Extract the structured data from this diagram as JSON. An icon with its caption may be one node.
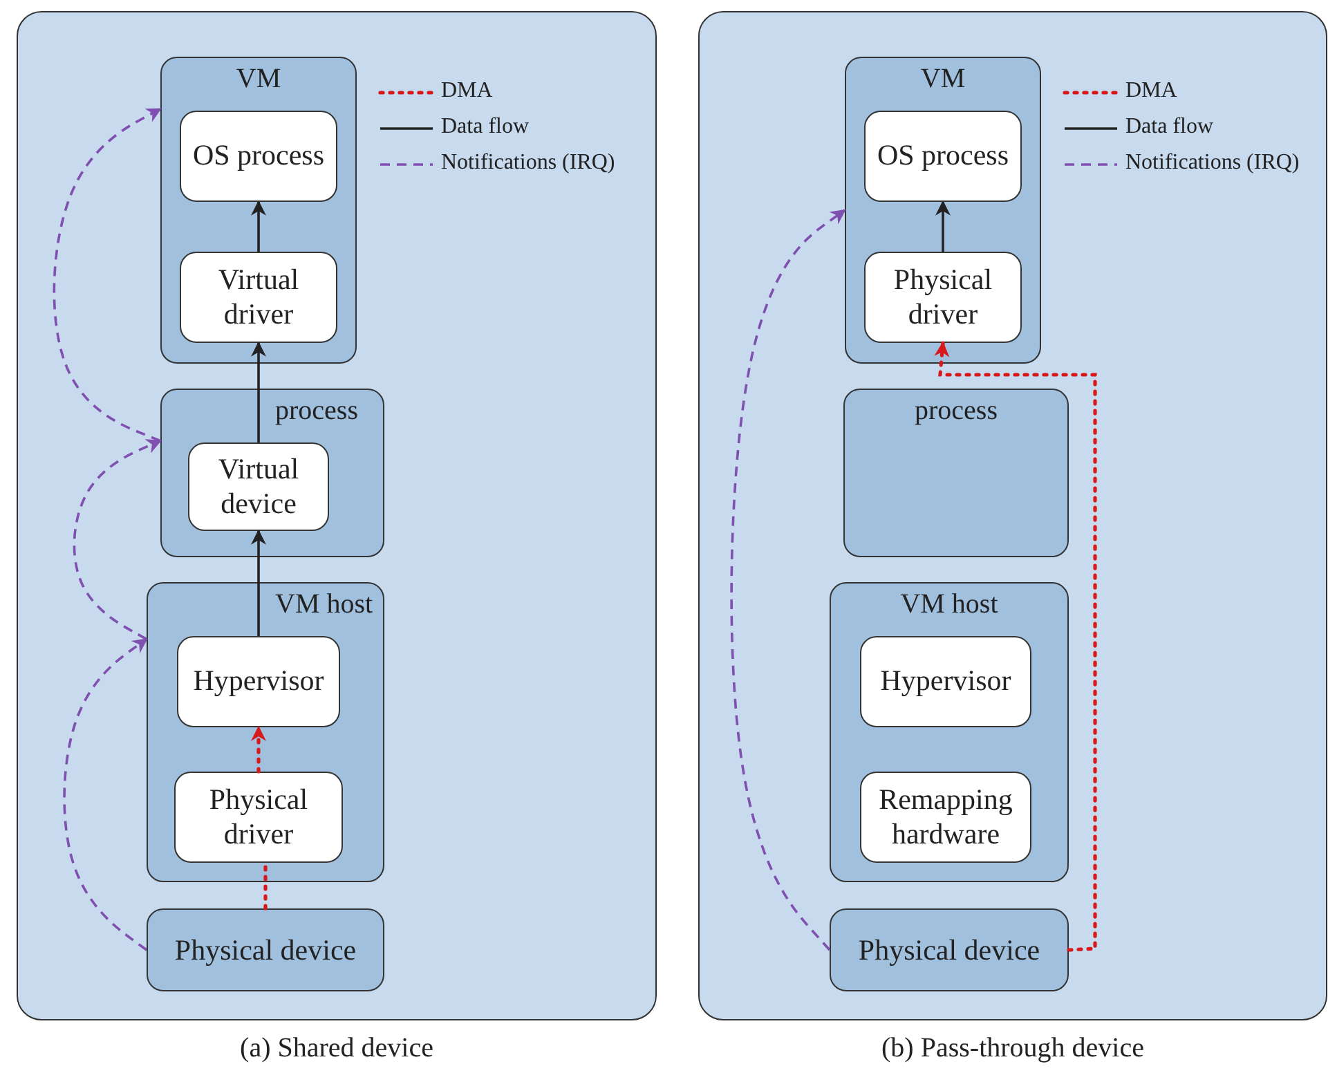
{
  "diagram": {
    "nodes": [
      {
        "text": [
          "(a) Shared device"
        ]
      },
      {
        "text": [
          "VM"
        ],
        "in": 0
      },
      {
        "text": [
          "OS process"
        ],
        "in": 1
      },
      {
        "text": [
          "Virtual driver"
        ],
        "in": 1
      },
      {
        "text": [
          "process"
        ],
        "in": 0
      },
      {
        "text": [
          "Virtual device"
        ],
        "in": 4
      },
      {
        "text": [
          "VM host"
        ],
        "in": 0
      },
      {
        "text": [
          "Hypervisor"
        ],
        "in": 6
      },
      {
        "text": [
          "Physical driver"
        ],
        "in": 6
      },
      {
        "text": [
          "Physical device"
        ],
        "in": 0
      },
      {
        "text": [
          "(b) Pass-through device"
        ]
      },
      {
        "text": [
          "VM"
        ],
        "in": 10
      },
      {
        "text": [
          "OS process"
        ],
        "in": 11
      },
      {
        "text": [
          "Physical driver"
        ],
        "in": 11
      },
      {
        "text": [
          "process"
        ],
        "in": 10
      },
      {
        "text": [
          "VM host"
        ],
        "in": 10
      },
      {
        "text": [
          "Hypervisor"
        ],
        "in": 15
      },
      {
        "text": [
          "Remapping hardware"
        ],
        "in": 15
      },
      {
        "text": [
          "Physical device"
        ],
        "in": 10
      }
    ],
    "edges": [
      {
        "from": 9,
        "to": 8,
        "arrow": "none",
        "style": "dashed",
        "color": "#d7191c"
      },
      {
        "from": 8,
        "to": 7,
        "arrow": "to",
        "style": "dashed",
        "color": "#d7191c"
      },
      {
        "from": 7,
        "to": 5,
        "arrow": "to"
      },
      {
        "from": 5,
        "to": 3,
        "arrow": "to"
      },
      {
        "from": 3,
        "to": 2,
        "arrow": "to"
      },
      {
        "from": 9,
        "to": 6,
        "arrow": "to",
        "style": "dashed",
        "color": "#8050b0"
      },
      {
        "from": 6,
        "to": 4,
        "arrow": "to",
        "style": "dashed",
        "color": "#8050b0"
      },
      {
        "from": 4,
        "to": 1,
        "arrow": "to",
        "style": "dashed",
        "color": "#8050b0"
      },
      {
        "from": 13,
        "to": 12,
        "arrow": "to"
      },
      {
        "from": 18,
        "to": 13,
        "arrow": "to",
        "style": "dashed",
        "color": "#d7191c"
      },
      {
        "from": 18,
        "to": 11,
        "arrow": "to",
        "style": "dashed",
        "color": "#8050b0"
      }
    ],
    "legend": [
      {
        "text": "DMA"
      },
      {
        "text": "Data flow"
      },
      {
        "text": "Notifications (IRQ)"
      },
      {
        "text": "DMA"
      },
      {
        "text": "Data flow"
      },
      {
        "text": "Notifications (IRQ)"
      }
    ]
  }
}
